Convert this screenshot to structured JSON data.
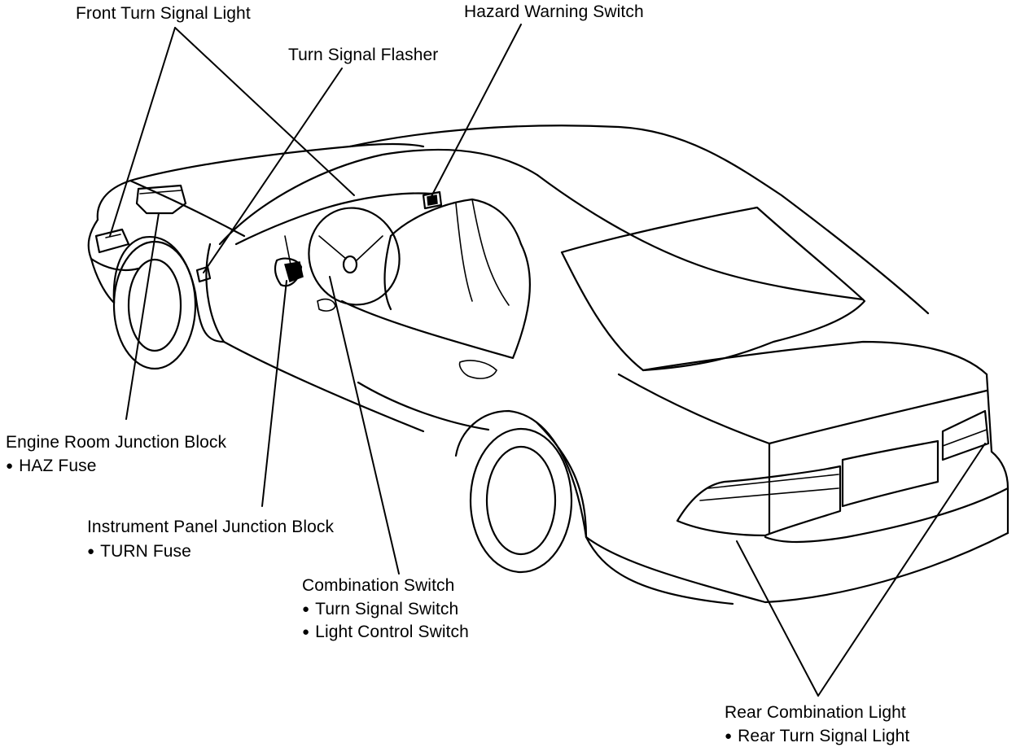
{
  "labels": {
    "front_turn_signal_light": "Front Turn Signal Light",
    "hazard_warning_switch": "Hazard Warning Switch",
    "turn_signal_flasher": "Turn Signal Flasher",
    "engine_room_junction_block": "Engine Room Junction Block",
    "haz_fuse": "HAZ Fuse",
    "instrument_panel_junction_block": "Instrument Panel Junction Block",
    "turn_fuse": "TURN Fuse",
    "combination_switch": "Combination Switch",
    "turn_signal_switch": "Turn Signal Switch",
    "light_control_switch": "Light Control Switch",
    "rear_combination_light": "Rear Combination Light",
    "rear_turn_signal_light": "Rear Turn Signal Light"
  }
}
